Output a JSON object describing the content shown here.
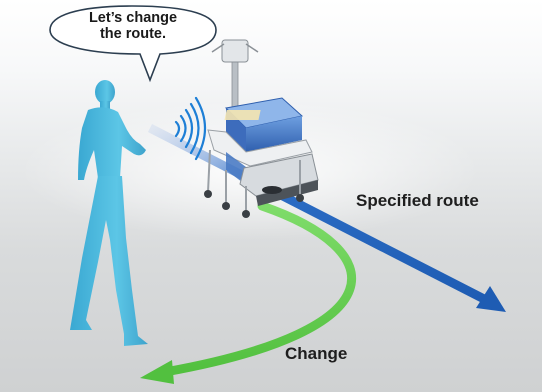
{
  "speech_bubble": {
    "text_line1": "Let’s change",
    "text_line2": "the route."
  },
  "routes": {
    "specified": {
      "label": "Specified route",
      "color": "#2b6cc4"
    },
    "change": {
      "label": "Change",
      "color": "#5fc64a"
    }
  },
  "colors": {
    "person": "#4fb9dc",
    "signal": "#1e7fd6",
    "robot_body": "#d7dbdf",
    "crate": "#4a7bc4",
    "ground_top": "#ffffff",
    "ground_bottom": "#cfd1d2"
  },
  "icons": [
    "speech-bubble",
    "person-silhouette",
    "wireless-signal-icon",
    "transport-robot"
  ]
}
